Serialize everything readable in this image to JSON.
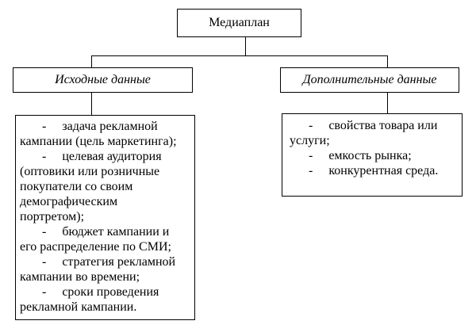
{
  "diagram": {
    "root": {
      "label": "Медиаплан"
    },
    "branches": [
      {
        "id": "initial-data",
        "header": "Исходные данные",
        "lines": [
          "       -     задача рекламной",
          "кампании (цель маркетинга);",
          "       -     целевая аудитория",
          "(оптовики или розничные",
          "покупатели со своим",
          "демографическим",
          "портретом);",
          "       -     бюджет кампании и",
          "его распределение по СМИ;",
          "       -     стратегия рекламной",
          "кампании во времени;",
          "       -     сроки проведения",
          "рекламной кампании."
        ]
      },
      {
        "id": "additional-data",
        "header": "Дополнительные данные",
        "lines": [
          "      -     свойства товара или",
          "услуги;",
          "      -     емкость рынка;",
          "      -     конкурентная среда."
        ]
      }
    ],
    "colors": {
      "background": "#ffffff",
      "border": "#000000",
      "text": "#000000"
    }
  }
}
